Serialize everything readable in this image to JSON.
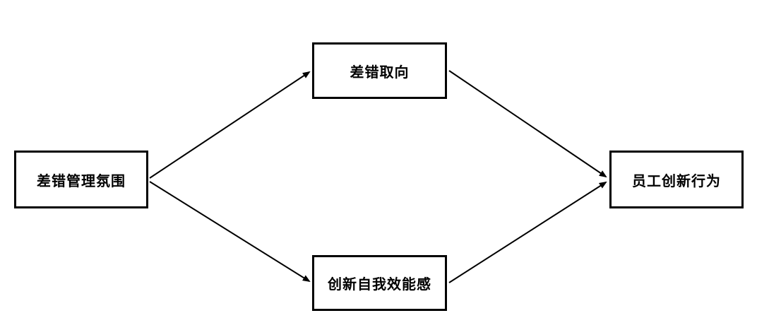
{
  "diagram": {
    "nodes": {
      "antecedent": {
        "label": "差错管理氛围"
      },
      "mediator_top": {
        "label": "差错取向"
      },
      "mediator_bottom": {
        "label": "创新自我效能感"
      },
      "outcome": {
        "label": "员工创新行为"
      }
    },
    "edges": [
      {
        "from": "antecedent",
        "to": "mediator_top"
      },
      {
        "from": "antecedent",
        "to": "mediator_bottom"
      },
      {
        "from": "mediator_top",
        "to": "outcome"
      },
      {
        "from": "mediator_bottom",
        "to": "outcome"
      }
    ],
    "colors": {
      "background": "#ffffff",
      "box_border": "#000000",
      "arrow": "#000000",
      "text": "#000000"
    }
  }
}
